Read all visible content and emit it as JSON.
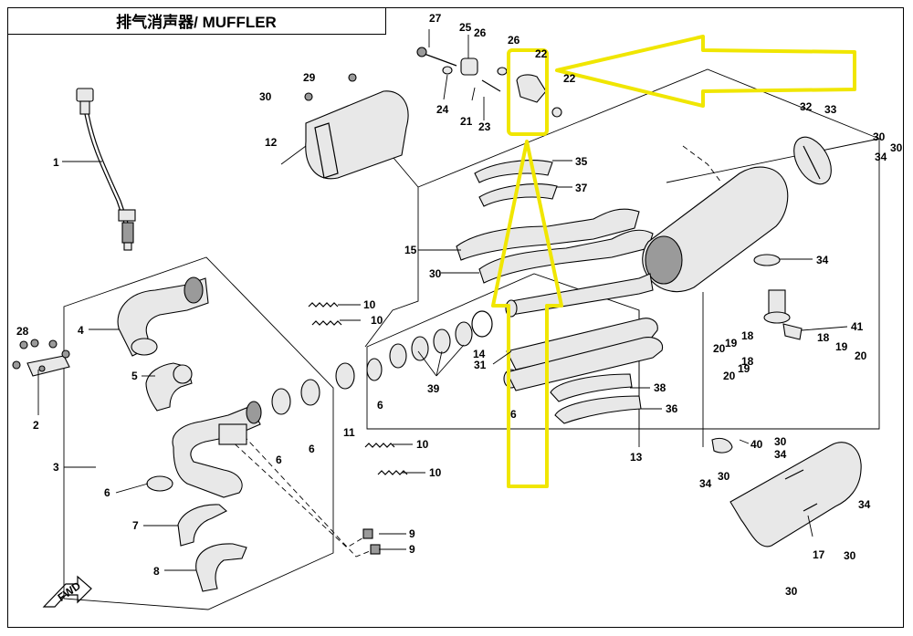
{
  "title": "排气消声器/ MUFFLER",
  "fwd_label": "FWD",
  "highlight_color": "#f0e600",
  "callouts": [
    {
      "id": "c1",
      "label": "1"
    },
    {
      "id": "c2",
      "label": "2"
    },
    {
      "id": "c3",
      "label": "3"
    },
    {
      "id": "c4",
      "label": "4"
    },
    {
      "id": "c5",
      "label": "5"
    },
    {
      "id": "c6a",
      "label": "6"
    },
    {
      "id": "c6b",
      "label": "6"
    },
    {
      "id": "c6c",
      "label": "6"
    },
    {
      "id": "c6d",
      "label": "6"
    },
    {
      "id": "c6e",
      "label": "6"
    },
    {
      "id": "c7",
      "label": "7"
    },
    {
      "id": "c8",
      "label": "8"
    },
    {
      "id": "c9a",
      "label": "9"
    },
    {
      "id": "c9b",
      "label": "9"
    },
    {
      "id": "c10a",
      "label": "10"
    },
    {
      "id": "c10b",
      "label": "10"
    },
    {
      "id": "c10c",
      "label": "10"
    },
    {
      "id": "c10d",
      "label": "10"
    },
    {
      "id": "c11",
      "label": "11"
    },
    {
      "id": "c12",
      "label": "12"
    },
    {
      "id": "c13",
      "label": "13"
    },
    {
      "id": "c14",
      "label": "14"
    },
    {
      "id": "c15",
      "label": "15"
    },
    {
      "id": "c17",
      "label": "17"
    },
    {
      "id": "c18a",
      "label": "18"
    },
    {
      "id": "c18b",
      "label": "18"
    },
    {
      "id": "c18c",
      "label": "18"
    },
    {
      "id": "c19a",
      "label": "19"
    },
    {
      "id": "c19b",
      "label": "19"
    },
    {
      "id": "c19c",
      "label": "19"
    },
    {
      "id": "c20a",
      "label": "20"
    },
    {
      "id": "c20b",
      "label": "20"
    },
    {
      "id": "c20c",
      "label": "20"
    },
    {
      "id": "c21",
      "label": "21"
    },
    {
      "id": "c22a",
      "label": "22"
    },
    {
      "id": "c22b",
      "label": "22"
    },
    {
      "id": "c23",
      "label": "23"
    },
    {
      "id": "c24",
      "label": "24"
    },
    {
      "id": "c25",
      "label": "25"
    },
    {
      "id": "c26a",
      "label": "26"
    },
    {
      "id": "c26b",
      "label": "26"
    },
    {
      "id": "c27",
      "label": "27"
    },
    {
      "id": "c28",
      "label": "28"
    },
    {
      "id": "c29",
      "label": "29"
    },
    {
      "id": "c30a",
      "label": "30"
    },
    {
      "id": "c30b",
      "label": "30"
    },
    {
      "id": "c30c",
      "label": "30"
    },
    {
      "id": "c30d",
      "label": "30"
    },
    {
      "id": "c30e",
      "label": "30"
    },
    {
      "id": "c30f",
      "label": "30"
    },
    {
      "id": "c30g",
      "label": "30"
    },
    {
      "id": "c30h",
      "label": "30"
    },
    {
      "id": "c31",
      "label": "31"
    },
    {
      "id": "c32",
      "label": "32"
    },
    {
      "id": "c33",
      "label": "33"
    },
    {
      "id": "c34a",
      "label": "34"
    },
    {
      "id": "c34b",
      "label": "34"
    },
    {
      "id": "c34c",
      "label": "34"
    },
    {
      "id": "c34d",
      "label": "34"
    },
    {
      "id": "c34e",
      "label": "34"
    },
    {
      "id": "c35",
      "label": "35"
    },
    {
      "id": "c36",
      "label": "36"
    },
    {
      "id": "c37",
      "label": "37"
    },
    {
      "id": "c38",
      "label": "38"
    },
    {
      "id": "c39",
      "label": "39"
    },
    {
      "id": "c40",
      "label": "40"
    },
    {
      "id": "c41",
      "label": "41"
    }
  ]
}
